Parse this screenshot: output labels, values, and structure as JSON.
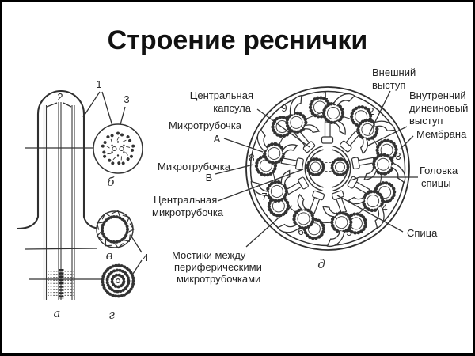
{
  "title": "Строение реснички",
  "labels": {
    "left": {
      "capsule": [
        "Центральная",
        "капсула"
      ],
      "mt_a": [
        "Микротрубочка",
        "А"
      ],
      "mt_b": [
        "Микротрубочка",
        "В"
      ],
      "central_mt": [
        "Центральная",
        "микротрубочка"
      ],
      "bridges": [
        "Мостики между",
        "периферическими",
        "микротрубочками"
      ]
    },
    "right": {
      "outer_arm": [
        "Внешний",
        "выступ"
      ],
      "inner_arm": [
        "Внутренний",
        "динеиновый",
        "выступ"
      ],
      "membrane": "Мембрана",
      "spoke_head": [
        "Головка",
        "спицы"
      ],
      "spoke": "Спица"
    }
  },
  "axoneme_numbers": [
    "1",
    "2",
    "3",
    "4",
    "5",
    "6",
    "7",
    "8",
    "9"
  ],
  "figure_numbers": [
    "1",
    "2",
    "3",
    "4"
  ],
  "panels": {
    "a": "а",
    "b": "б",
    "v": "в",
    "g": "г",
    "d": "д"
  },
  "colors": {
    "ink": "#333333",
    "background": "#ffffff"
  }
}
